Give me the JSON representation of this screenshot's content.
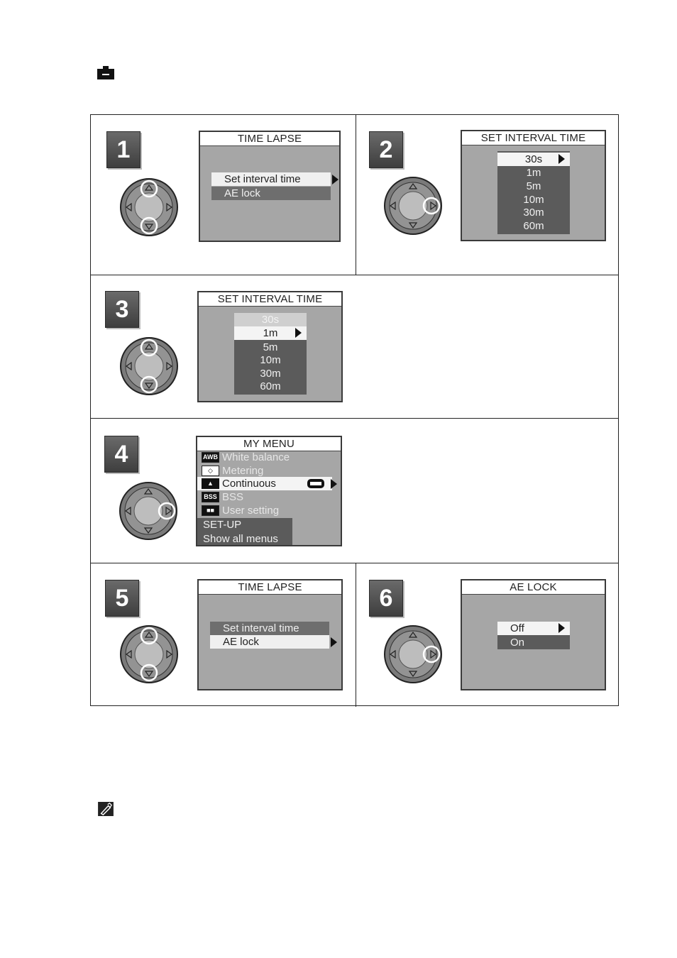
{
  "steps": {
    "s1": {
      "number": "1",
      "title": "TIME LAPSE",
      "items": [
        "Set interval time",
        "AE lock"
      ]
    },
    "s2": {
      "number": "2",
      "title": "SET INTERVAL TIME",
      "items": [
        "30s",
        "1m",
        "5m",
        "10m",
        "30m",
        "60m"
      ]
    },
    "s3": {
      "number": "3",
      "title": "SET INTERVAL TIME",
      "items": [
        "30s",
        "1m",
        "5m",
        "10m",
        "30m",
        "60m"
      ]
    },
    "s4": {
      "number": "4",
      "title": "MY MENU",
      "items": [
        {
          "icon": "AWB",
          "label": "White balance"
        },
        {
          "icon": "◇",
          "label": "Metering"
        },
        {
          "icon": "▲",
          "label": "Continuous"
        },
        {
          "icon": "BSS",
          "label": "BSS"
        },
        {
          "icon": "■■",
          "label": "User setting"
        }
      ],
      "extra": [
        "SET-UP",
        "Show all menus"
      ]
    },
    "s5": {
      "number": "5",
      "title": "TIME LAPSE",
      "items": [
        "Set interval time",
        "AE lock"
      ]
    },
    "s6": {
      "number": "6",
      "title": "AE LOCK",
      "items": [
        "Off",
        "On"
      ]
    }
  },
  "icons": {
    "top": "camera-mode-icon",
    "bottom": "note-pencil-icon"
  },
  "colors": {
    "screen_bg": "#a6a6a6",
    "menu_bg": "#5b5b5b",
    "highlight": "#f4f4f4"
  }
}
